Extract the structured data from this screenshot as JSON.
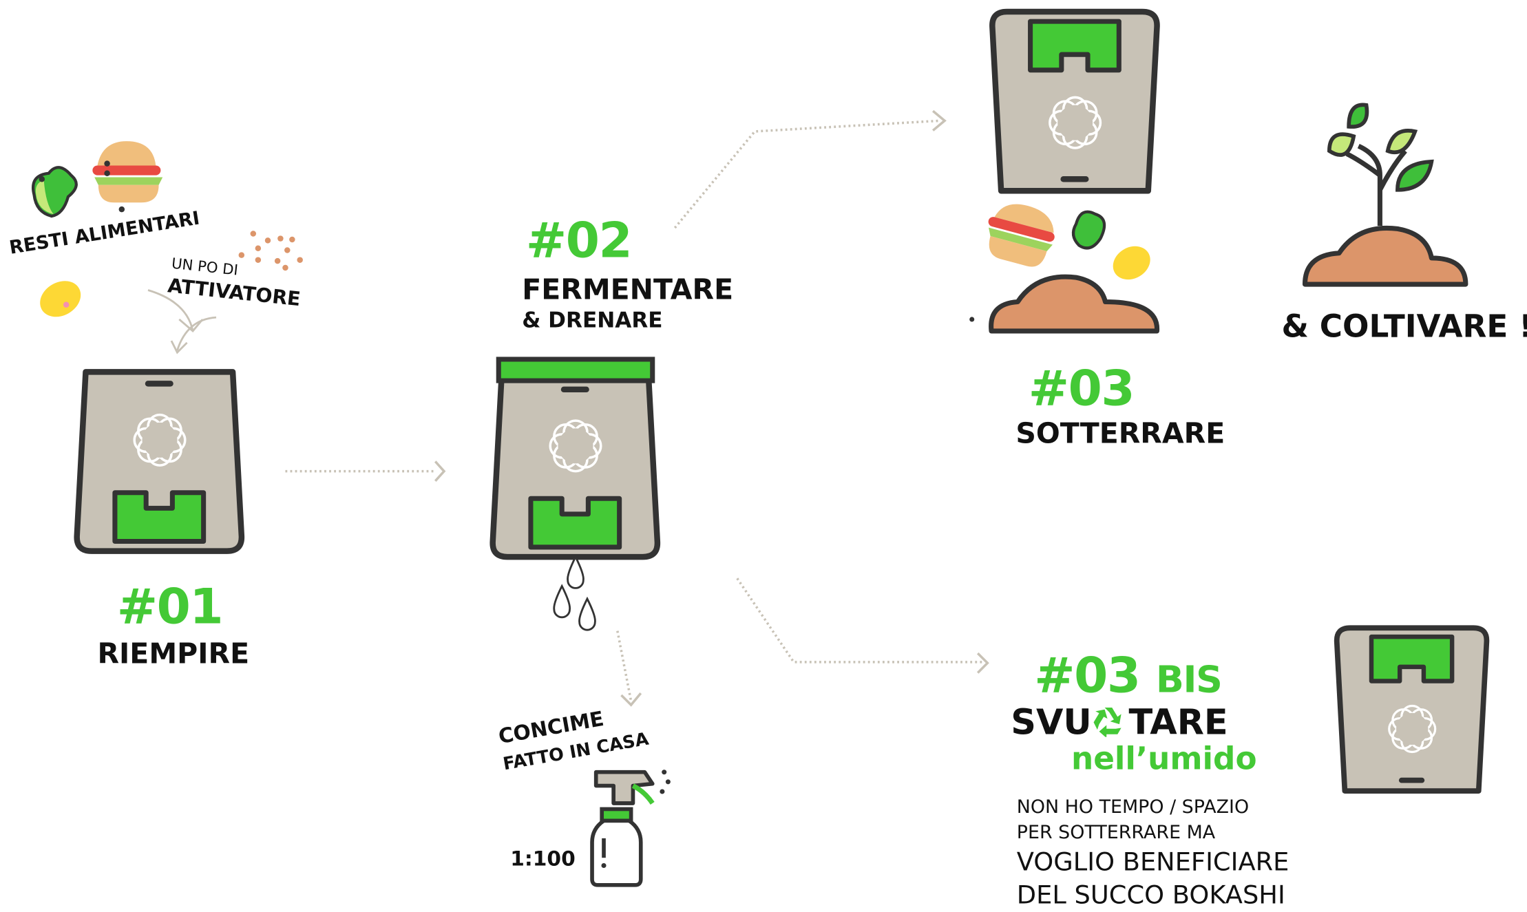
{
  "colors": {
    "green": "#44c936",
    "bin_gray": "#c8c2b6",
    "outline": "#333333",
    "arrow": "#c8c2b6",
    "soil": "#dc956a"
  },
  "step1": {
    "number": "#01",
    "title": "RIEMPIRE",
    "food_label": "RESTI ALIMENTARI",
    "activator_small": "UN PO DI",
    "activator_big": "ATTIVATORE"
  },
  "step2": {
    "number": "#02",
    "title": "FERMENTARE",
    "subtitle": "& DRENARE",
    "fertilizer_line1": "CONCIME",
    "fertilizer_line2": "FATTO IN CASA",
    "ratio": "1:100"
  },
  "step3": {
    "number": "#03",
    "title": "SOTTERRARE",
    "grow": "& COLTIVARE !"
  },
  "step3bis": {
    "number": "#03",
    "bis": "BIS",
    "title_a": "SVU",
    "title_b": "TARE",
    "title_icon": "recycle-icon",
    "subtitle": "nell’umido",
    "desc_line1": "NON HO TEMPO / SPAZIO",
    "desc_line2": "PER SOTTERRARE MA",
    "desc_line3": "VOGLIO BENEFICIARE",
    "desc_line4": "DEL SUCCO BOKASHI"
  }
}
